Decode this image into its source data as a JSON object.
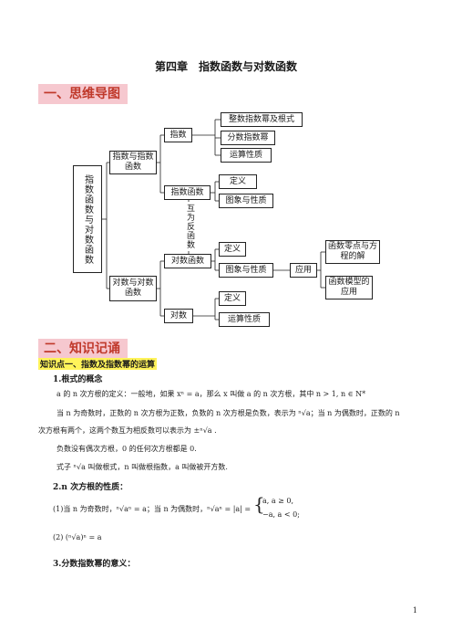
{
  "page_title": "第四章　指数函数与对数函数",
  "sections": {
    "mindmap": "一、思维导图",
    "knowledge": "二、知识记诵"
  },
  "mindmap": {
    "root": "指数函数与对数函数",
    "branch_exp": "指数与指数函数",
    "branch_log": "对数与对数函数",
    "exp": "指数",
    "exp_children": [
      "整数指数幂及根式",
      "分数指数幂",
      "运算性质"
    ],
    "exp_func": "指数函数",
    "exp_func_children": [
      "定义",
      "图象与性质"
    ],
    "inverse": "互为反函数",
    "log_func": "对数函数",
    "log_func_children": [
      "定义",
      "图象与性质"
    ],
    "application": "应用",
    "application_children": [
      "函数零点与方程的解",
      "函数模型的应用"
    ],
    "log": "对数",
    "log_children": [
      "定义",
      "运算性质"
    ]
  },
  "knowledge": {
    "point_title": "知识点一、指数及指数幂的运算",
    "h1": "1.根式的概念",
    "p1": "a 的 n 次方根的定义：一般地，如果 xⁿ = a，那么 x 叫做 a 的 n 次方根，其中 n > 1, n ∈ N*",
    "p2": "当 n 为奇数时，正数的 n 次方根为正数，负数的 n 次方根是负数，表示为 ⁿ√a；当 n 为偶数时，正数的 n",
    "p3": "次方根有两个，这两个数互为相反数可以表示为 ±ⁿ√a .",
    "p4": "负数没有偶次方根，0 的任何次方根都是 0.",
    "p5": "式子 ⁿ√a 叫做根式，n 叫做根指数，a 叫做被开方数.",
    "h2": "2.n 次方根的性质：",
    "p6a": "(1)当 n 为奇数时，ⁿ√aⁿ = a；当 n 为偶数时，ⁿ√aⁿ = |a| =",
    "case1": "a, a ≥ 0,",
    "case2": "−a, a < 0;",
    "p7": "(2) (ⁿ√a)ⁿ = a",
    "h3": "3.分数指数幂的意义："
  },
  "page_number": "1"
}
